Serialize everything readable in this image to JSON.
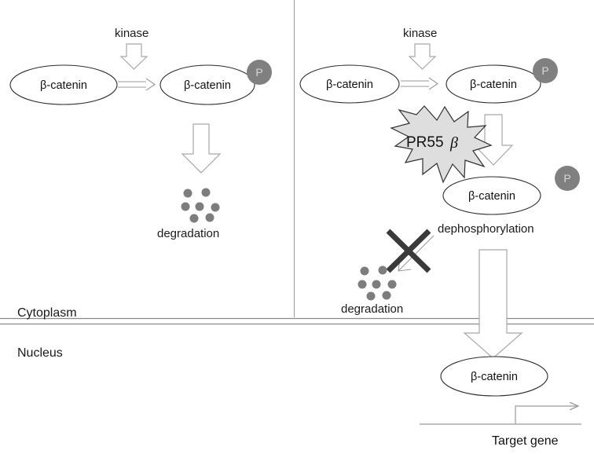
{
  "figure": {
    "title": "beta-catenin regulation by PR55 beta",
    "colors": {
      "background": "#ffffff",
      "ellipse_stroke": "#2b2b2b",
      "phospho_circle": "#808080",
      "phospho_letter": "#d7d7d7",
      "burst_fill": "#dedede",
      "burst_stroke": "#2f2f2f",
      "block_arrow_stroke": "#a8a8a8",
      "degradation_dot": "#7d7d7d",
      "membrane": "#8a8a8a",
      "divider": "#a0a0a0",
      "cross_mark": "#3a3a3a",
      "text": "#111111"
    }
  },
  "compartments": {
    "cytoplasm_label": "Cytoplasm",
    "nucleus_label": "Nucleus"
  },
  "left_panel": {
    "kinase_label": "kinase",
    "catenin_label": "β-catenin",
    "catenin_phospho_label": "β-catenin",
    "phospho_badge": "P",
    "degradation_label": "degradation",
    "degradation_dot_count": 7
  },
  "right_panel": {
    "kinase_label": "kinase",
    "catenin_label": "β-catenin",
    "catenin_phospho_label": "β-catenin",
    "phospho_badge": "P",
    "burst_label_main": "PR55",
    "burst_label_beta": "β",
    "catenin_dephospho_label": "β-catenin",
    "released_phospho_badge": "P",
    "dephosphorylation_label": "dephosphorylation",
    "degradation_label": "degradation",
    "degradation_dot_count": 7,
    "blocked_mark": "X"
  },
  "nucleus_panel": {
    "catenin_label": "β-catenin",
    "target_gene_label": "Target gene"
  }
}
